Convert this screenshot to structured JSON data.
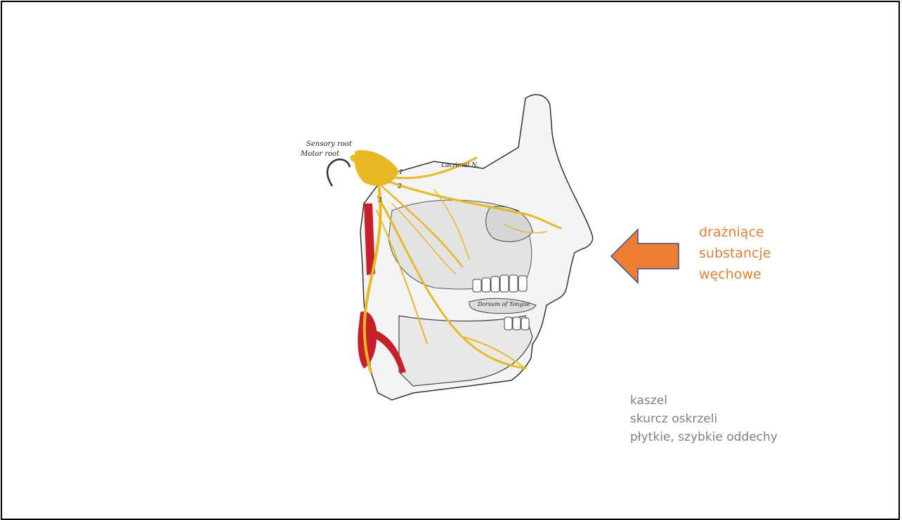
{
  "stimulus": {
    "lines": [
      "drażniące",
      "substancje",
      "węchowe"
    ],
    "color": "#ed7d31"
  },
  "effects": {
    "lines": [
      "kaszel",
      "skurcz oskrzeli",
      "płytkie, szybkie oddechy"
    ],
    "color": "#7f7f7f"
  },
  "figure_labels": {
    "sensory_root": "Sensory root",
    "motor_root": "Motor root",
    "lacrimal": "Lacrimal N.",
    "tongue": "Dorsum of Tongue",
    "num1": "1",
    "num2": "2",
    "num3": "3"
  },
  "colors": {
    "nerve": "#e8b923",
    "vessel": "#c8202a",
    "arrow": "#ed7d31",
    "outline": "#333333"
  }
}
